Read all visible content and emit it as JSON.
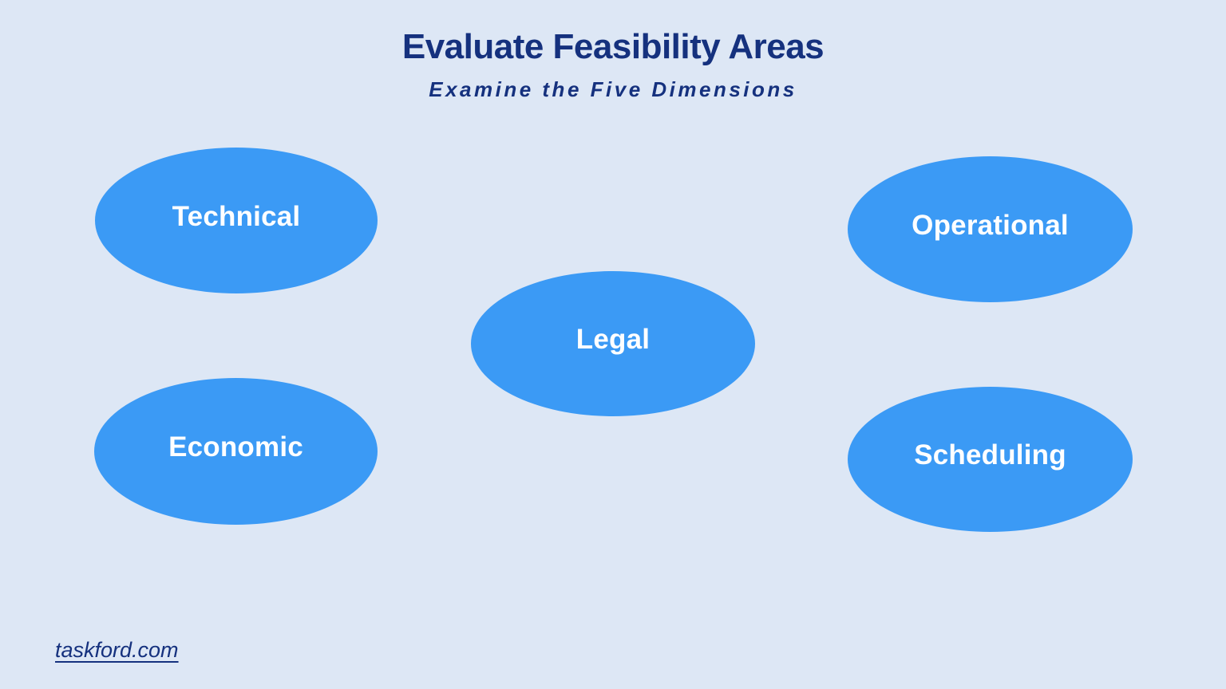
{
  "page": {
    "title": "Evaluate Feasibility Areas",
    "subtitle": "Examine the Five Dimensions"
  },
  "ellipses": [
    {
      "id": "technical",
      "label": "Technical"
    },
    {
      "id": "operational",
      "label": "Operational"
    },
    {
      "id": "legal",
      "label": "Legal"
    },
    {
      "id": "economic",
      "label": "Economic"
    },
    {
      "id": "scheduling",
      "label": "Scheduling"
    }
  ],
  "footer": {
    "link_text": "taskford.com"
  },
  "colors": {
    "background": "#dde7f5",
    "ellipse_fill": "#3b9af5",
    "heading_navy": "#15317e",
    "label_white": "#ffffff"
  }
}
